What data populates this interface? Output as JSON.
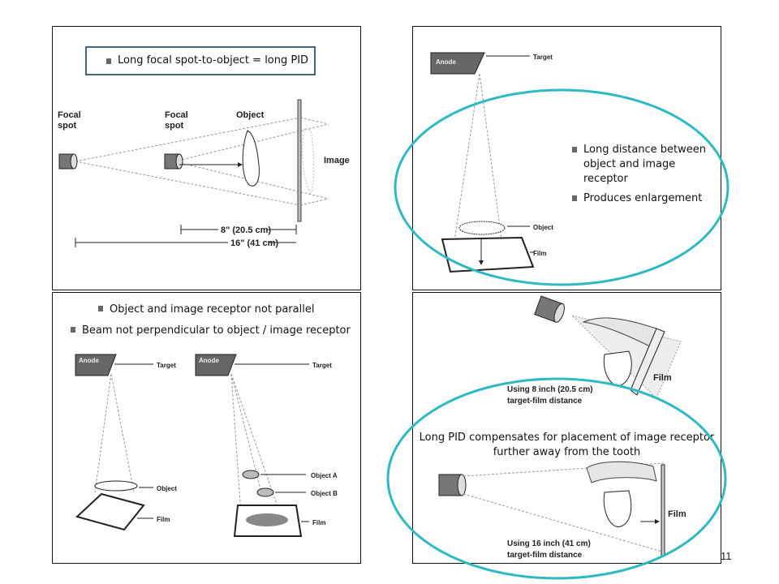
{
  "panel1": {
    "caption": "Long focal spot-to-object = long PID",
    "focal_spot_1": [
      "Focal",
      "spot"
    ],
    "focal_spot_2": [
      "Focal",
      "spot"
    ],
    "object": "Object",
    "image": "Image",
    "dist_short": "8\" (20.5 cm)",
    "dist_long": "16\" (41 cm)"
  },
  "panel2": {
    "anode": "Anode",
    "target": "Target",
    "object": "Object",
    "film": "Film",
    "bullets": [
      "Long distance between object and image receptor",
      "Produces enlargement"
    ]
  },
  "panel3": {
    "bullets": [
      "Object and image receptor not parallel",
      "Beam not perpendicular to object / image receptor"
    ],
    "anode_left": "Anode",
    "target_left": "Target",
    "object": "Object",
    "film_left": "Film",
    "anode_right": "Anode",
    "target_right": "Target",
    "object_a": "Object A",
    "object_b": "Object B",
    "film_right": "Film"
  },
  "panel4": {
    "film_top": "Film",
    "caption_8": [
      "Using 8 inch (20.5 cm)",
      "target-film distance"
    ],
    "compensates": [
      "Long PID compensates for placement of image receptor",
      "further away from the tooth"
    ],
    "film_bottom": "Film",
    "caption_16": [
      "Using 16 inch (41 cm)",
      "target-film distance"
    ]
  },
  "page_number": "11",
  "colors": {
    "highlight_ellipse": "#2fb9c2",
    "caption_border": "#3f6680"
  }
}
